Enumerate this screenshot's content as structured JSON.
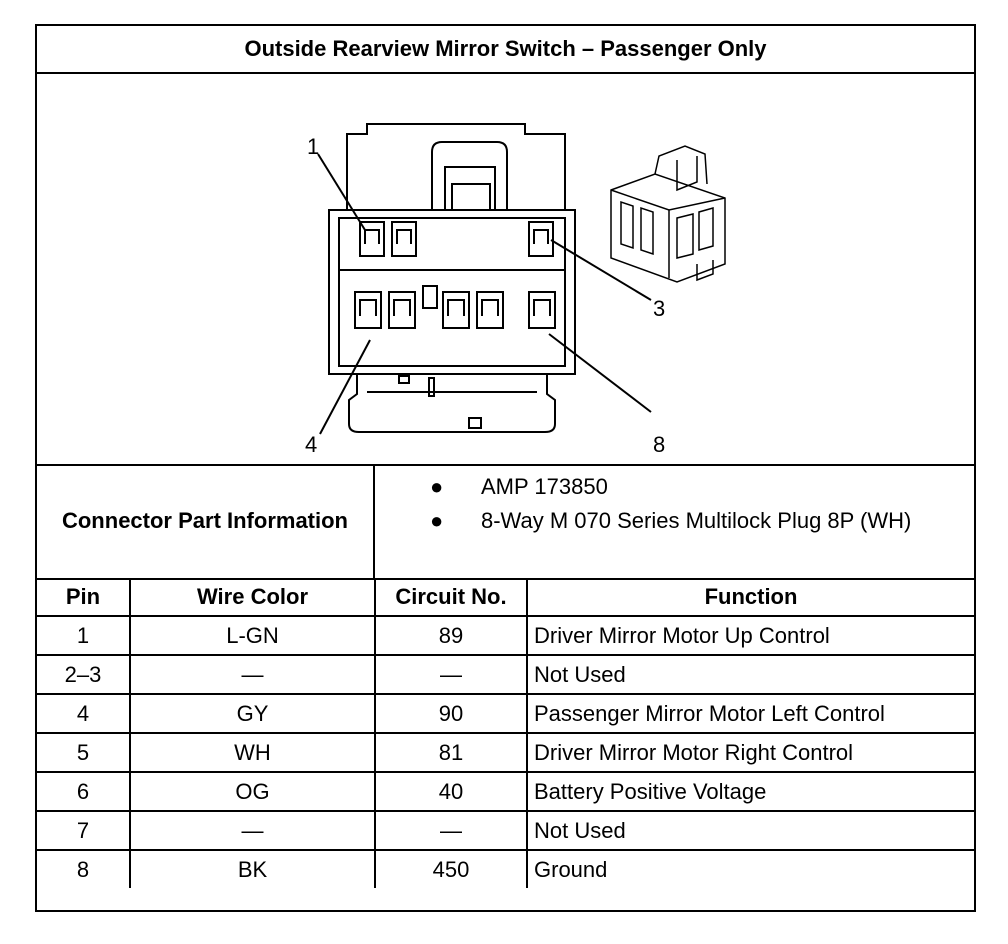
{
  "title": "Outside Rearview Mirror Switch – Passenger Only",
  "figure": {
    "callouts": {
      "pin1": "1",
      "pin3": "3",
      "pin4": "4",
      "pin8": "8"
    }
  },
  "connector": {
    "label": "Connector Part Information",
    "items": [
      "AMP 173850",
      "8-Way M 070 Series Multilock Plug 8P (WH)"
    ],
    "bullet": "●"
  },
  "table": {
    "headers": {
      "pin": "Pin",
      "wire_color": "Wire Color",
      "circuit": "Circuit No.",
      "function": "Function"
    },
    "rows": [
      {
        "pin": "1",
        "wire_color": "L-GN",
        "circuit": "89",
        "function": "Driver Mirror Motor Up Control"
      },
      {
        "pin": "2–3",
        "wire_color": "—",
        "circuit": "—",
        "function": "Not Used"
      },
      {
        "pin": "4",
        "wire_color": "GY",
        "circuit": "90",
        "function": "Passenger Mirror Motor Left Control"
      },
      {
        "pin": "5",
        "wire_color": "WH",
        "circuit": "81",
        "function": "Driver Mirror Motor Right Control"
      },
      {
        "pin": "6",
        "wire_color": "OG",
        "circuit": "40",
        "function": "Battery Positive Voltage"
      },
      {
        "pin": "7",
        "wire_color": "—",
        "circuit": "—",
        "function": "Not Used"
      },
      {
        "pin": "8",
        "wire_color": "BK",
        "circuit": "450",
        "function": "Ground"
      }
    ]
  }
}
